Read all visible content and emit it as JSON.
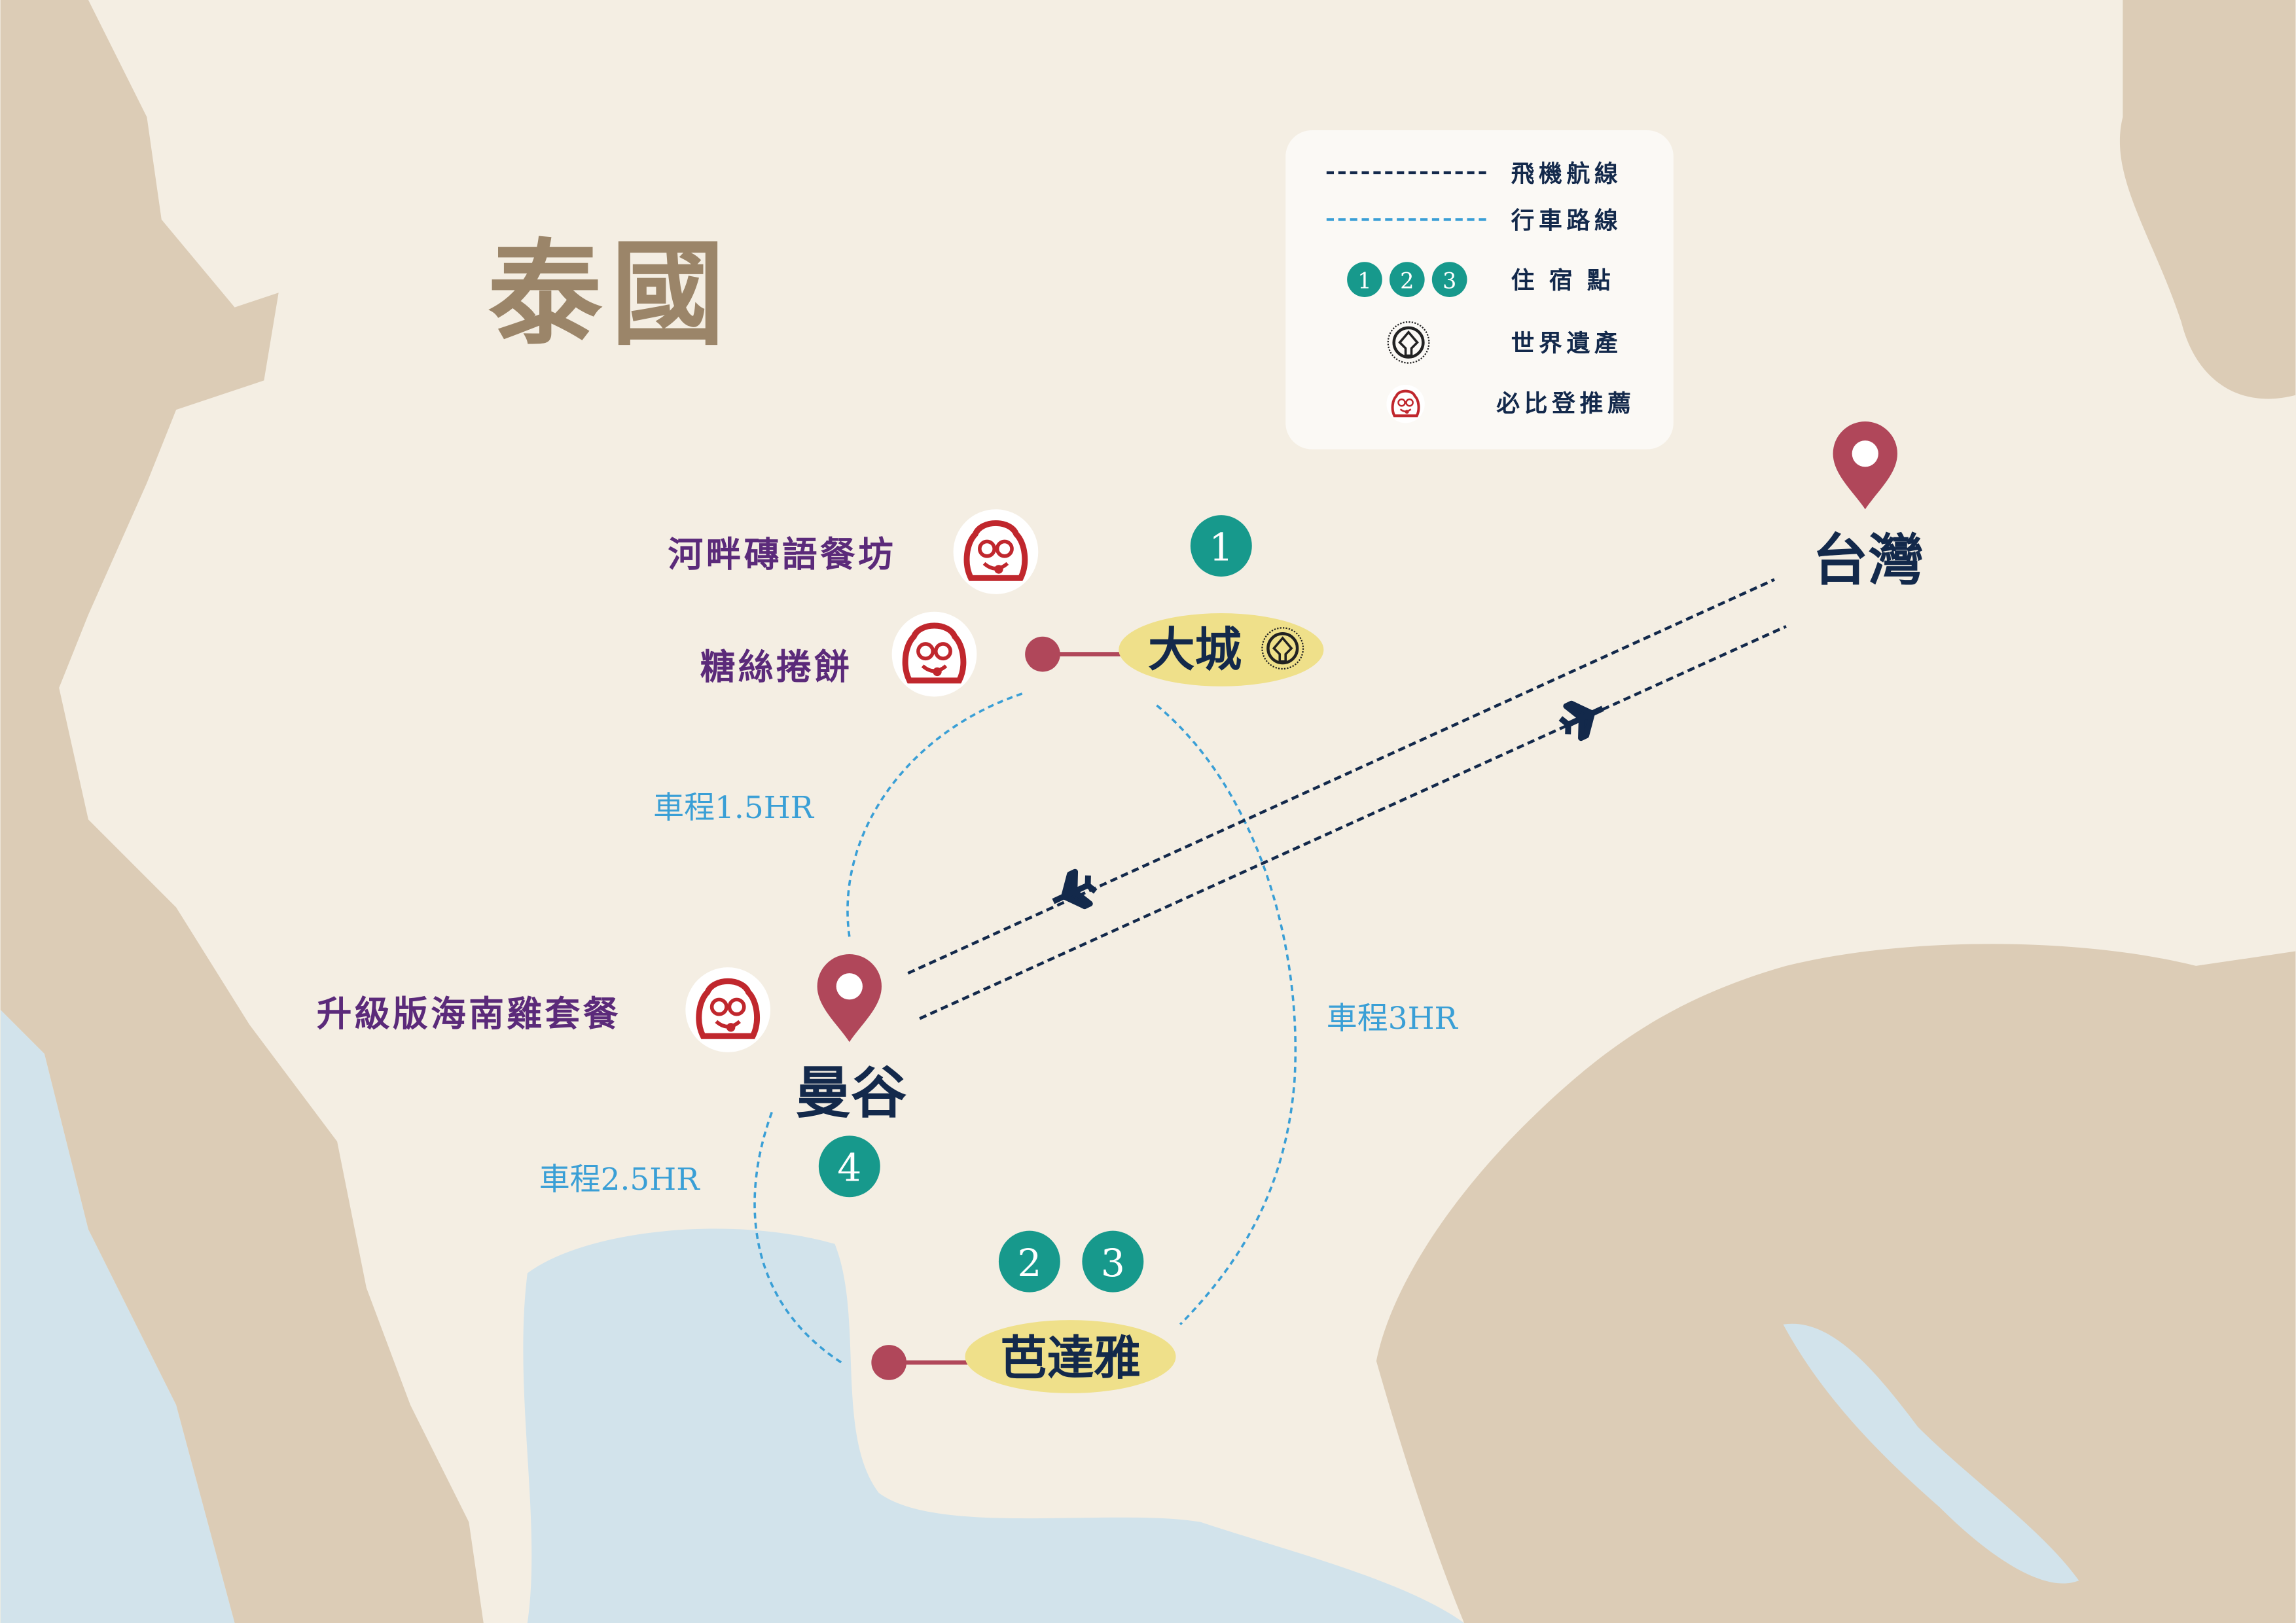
{
  "map": {
    "country_title": "泰國",
    "colors": {
      "land_main": "#f4eee3",
      "land_neighbor": "#dcccb6",
      "sea": "#d2e3eb",
      "navy": "#13294b",
      "teal": "#17998c",
      "pin": "#b0475a",
      "highlight": "#efe08a",
      "purple": "#5b2a7a",
      "drive_line": "#3a9fd6"
    },
    "legend": {
      "flight": "飛機航線",
      "drive": "行車路線",
      "stay_numbers": [
        "1",
        "2",
        "3"
      ],
      "stay": "住宿點",
      "heritage": "世界遺產",
      "bib": "必比登推薦"
    },
    "cities": {
      "taiwan": "台灣",
      "bangkok": "曼谷",
      "ayutthaya": "大城",
      "pattaya": "芭達雅"
    },
    "stays": {
      "ayutthaya": "1",
      "pattaya_a": "2",
      "pattaya_b": "3",
      "bangkok": "4"
    },
    "restaurants": [
      "河畔磚語餐坊",
      "糖絲捲餅",
      "升級版海南雞套餐"
    ],
    "drive_times": {
      "bkk_ayu": "車程1.5HR",
      "ayu_pat": "車程3HR",
      "bkk_pat": "車程2.5HR"
    }
  }
}
